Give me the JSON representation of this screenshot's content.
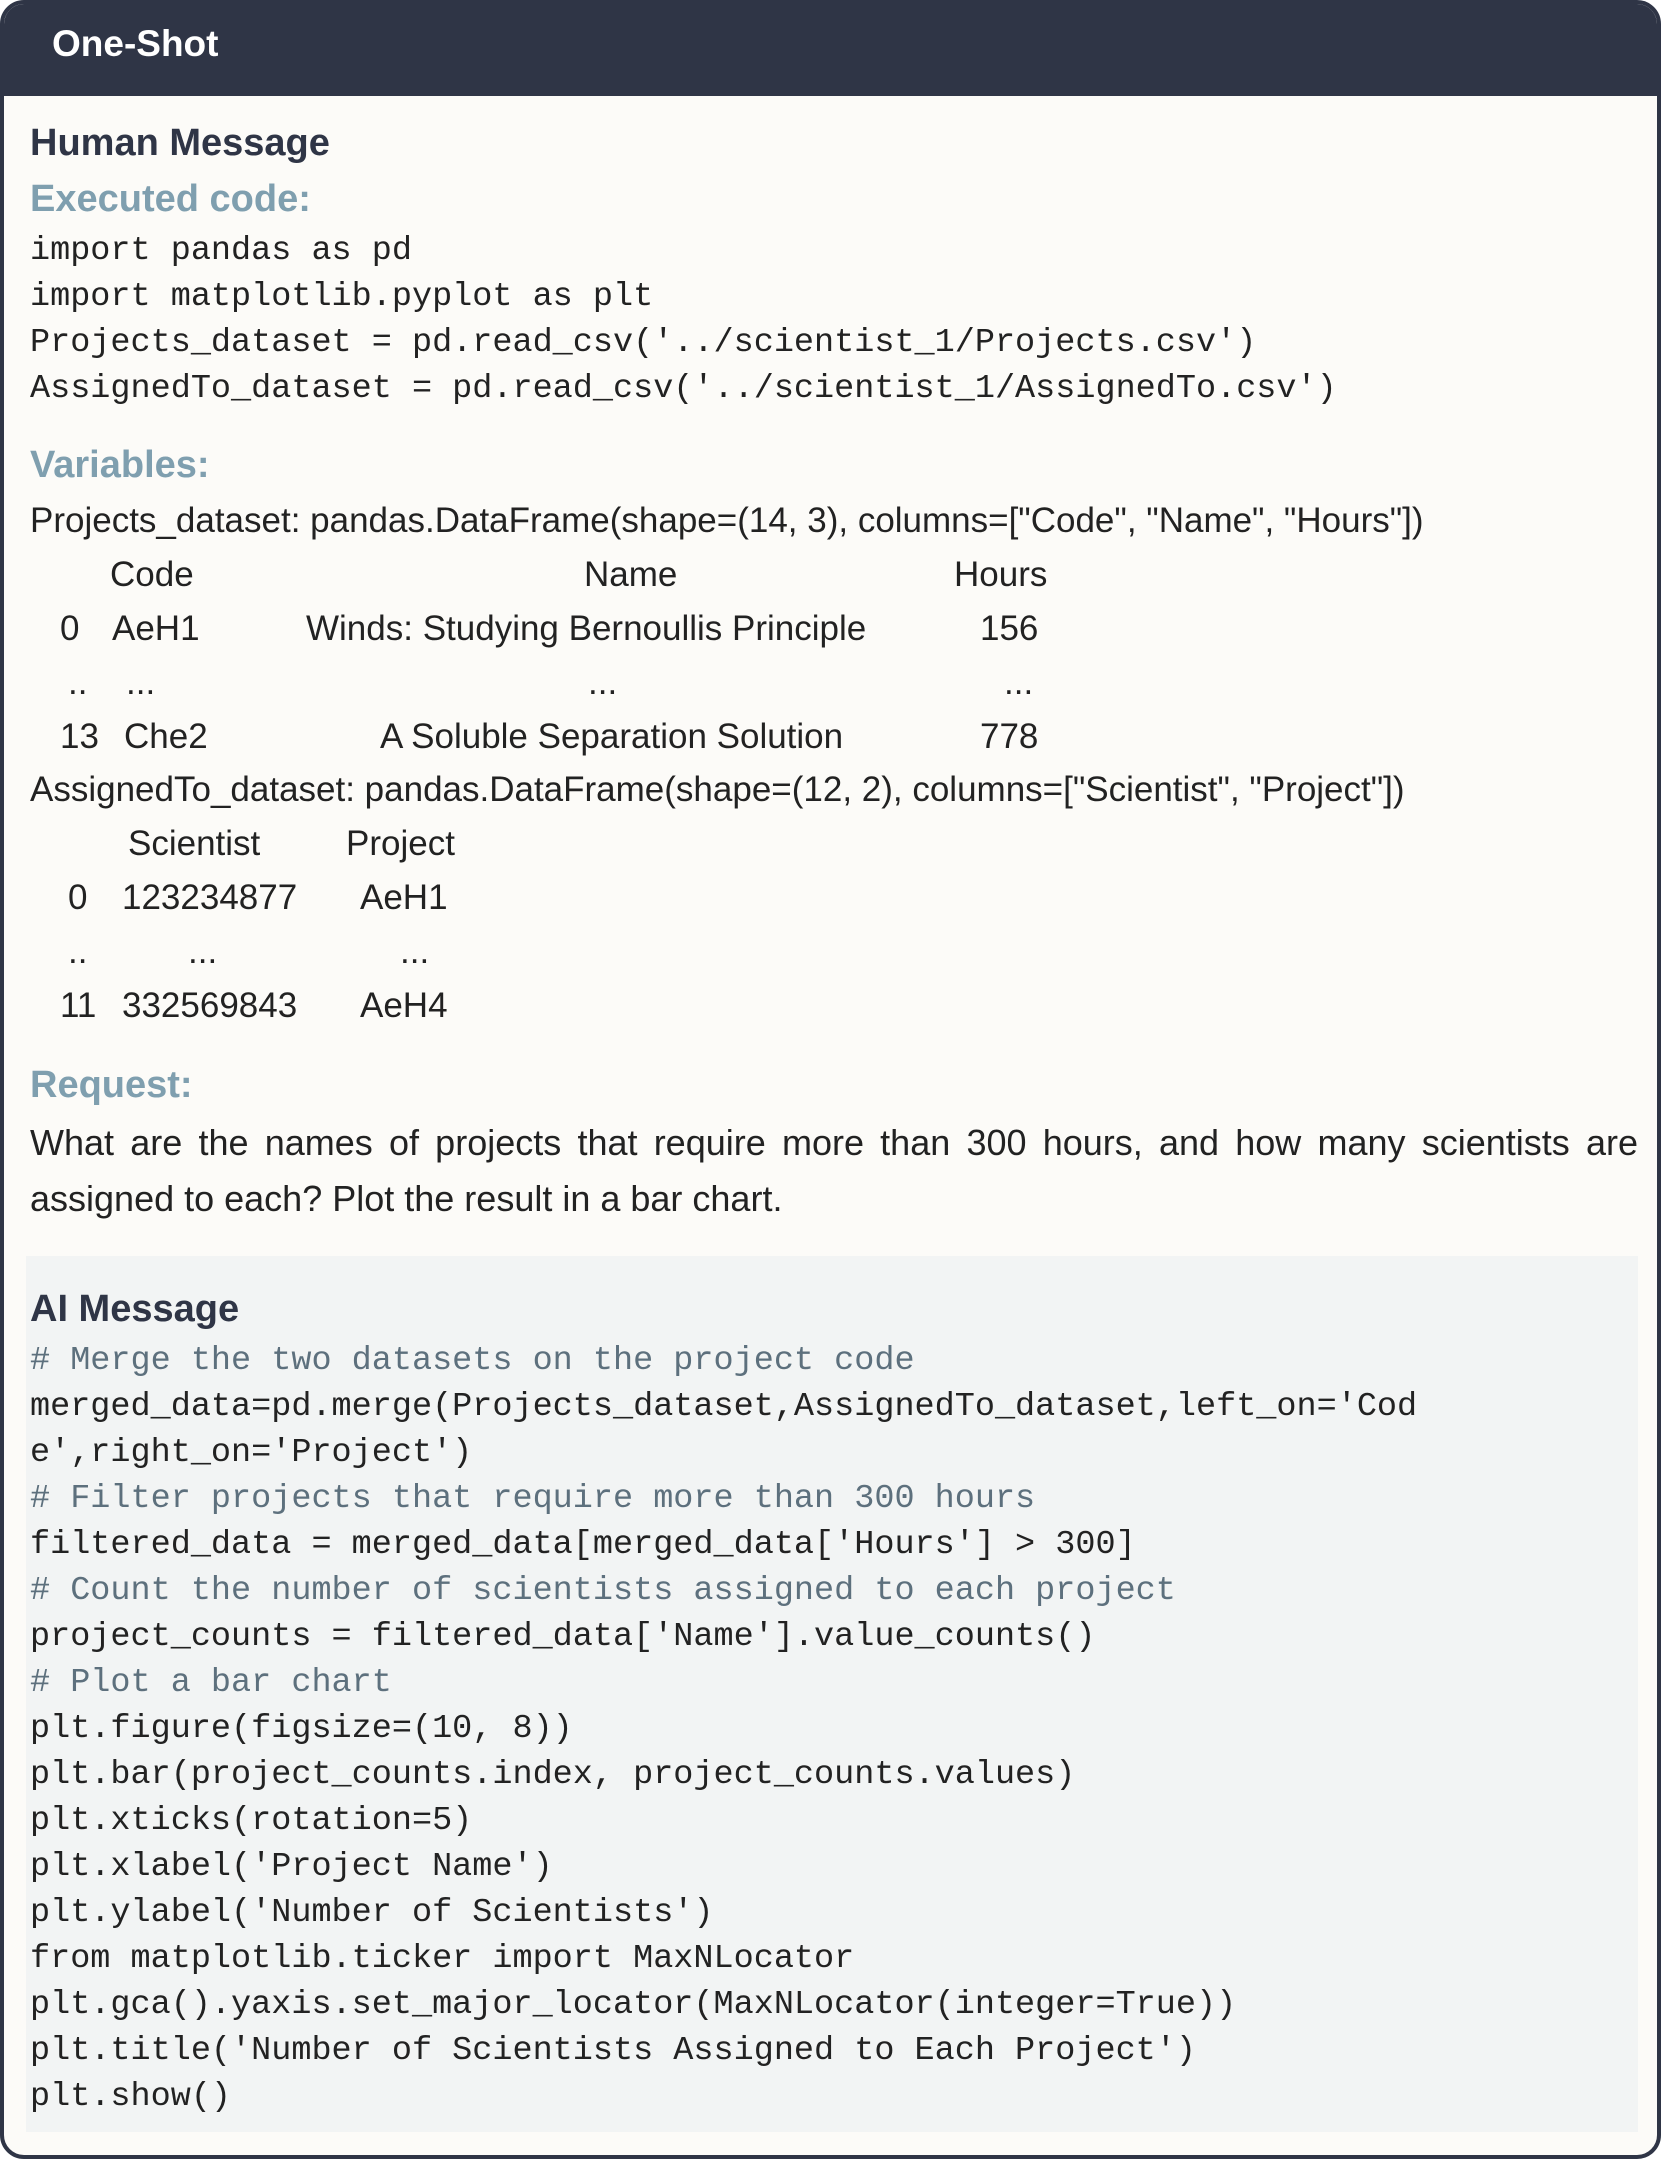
{
  "header": {
    "title": "One-Shot"
  },
  "human": {
    "heading": "Human Message",
    "executed_code_label": "Executed code:",
    "code_lines": [
      "import pandas as pd",
      "import matplotlib.pyplot as plt",
      "Projects_dataset = pd.read_csv('../scientist_1/Projects.csv')",
      "AssignedTo_dataset = pd.read_csv('../scientist_1/AssignedTo.csv')"
    ],
    "variables_label": "Variables:",
    "projects": {
      "desc": "Projects_dataset: pandas.DataFrame(shape=(14, 3), columns=[\"Code\", \"Name\", \"Hours\"])",
      "headers": [
        "Code",
        "Name",
        "Hours"
      ],
      "rows": [
        {
          "idx": "0",
          "code": "AeH1",
          "name": "Winds: Studying Bernoullis Principle",
          "hours": "156"
        },
        {
          "idx": "..",
          "code": "...",
          "name": "...",
          "hours": "..."
        },
        {
          "idx": "13",
          "code": "Che2",
          "name": "A Soluble Separation Solution",
          "hours": "778"
        }
      ]
    },
    "assigned": {
      "desc": "AssignedTo_dataset: pandas.DataFrame(shape=(12, 2), columns=[\"Scientist\", \"Project\"])",
      "headers": [
        "Scientist",
        "Project"
      ],
      "rows": [
        {
          "idx": "0",
          "scientist": "123234877",
          "project": "AeH1"
        },
        {
          "idx": "..",
          "scientist": "...",
          "project": "..."
        },
        {
          "idx": "11",
          "scientist": "332569843",
          "project": "AeH4"
        }
      ]
    },
    "request_label": "Request:",
    "request_text": "What are the names of projects that require more than 300 hours, and how many scientists are assigned to each? Plot the result in a bar chart."
  },
  "ai": {
    "heading": "AI Message",
    "code_lines": [
      {
        "text": "# Merge the two datasets on the project code",
        "comment": true
      },
      {
        "text": "merged_data=pd.merge(Projects_dataset,AssignedTo_dataset,left_on='Cod",
        "comment": false
      },
      {
        "text": "e',right_on='Project')",
        "comment": false
      },
      {
        "text": "# Filter projects that require more than 300 hours",
        "comment": true
      },
      {
        "text": "filtered_data = merged_data[merged_data['Hours'] > 300]",
        "comment": false
      },
      {
        "text": "# Count the number of scientists assigned to each project",
        "comment": true
      },
      {
        "text": "project_counts = filtered_data['Name'].value_counts()",
        "comment": false
      },
      {
        "text": "# Plot a bar chart",
        "comment": true
      },
      {
        "text": "plt.figure(figsize=(10, 8))",
        "comment": false
      },
      {
        "text": "plt.bar(project_counts.index, project_counts.values)",
        "comment": false
      },
      {
        "text": "plt.xticks(rotation=5)",
        "comment": false
      },
      {
        "text": "plt.xlabel('Project Name')",
        "comment": false
      },
      {
        "text": "plt.ylabel('Number of Scientists')",
        "comment": false
      },
      {
        "text": "from matplotlib.ticker import MaxNLocator",
        "comment": false
      },
      {
        "text": "plt.gca().yaxis.set_major_locator(MaxNLocator(integer=True))",
        "comment": false
      },
      {
        "text": "plt.title('Number of Scientists Assigned to Each Project')",
        "comment": false
      },
      {
        "text": "plt.show()",
        "comment": false
      }
    ]
  }
}
